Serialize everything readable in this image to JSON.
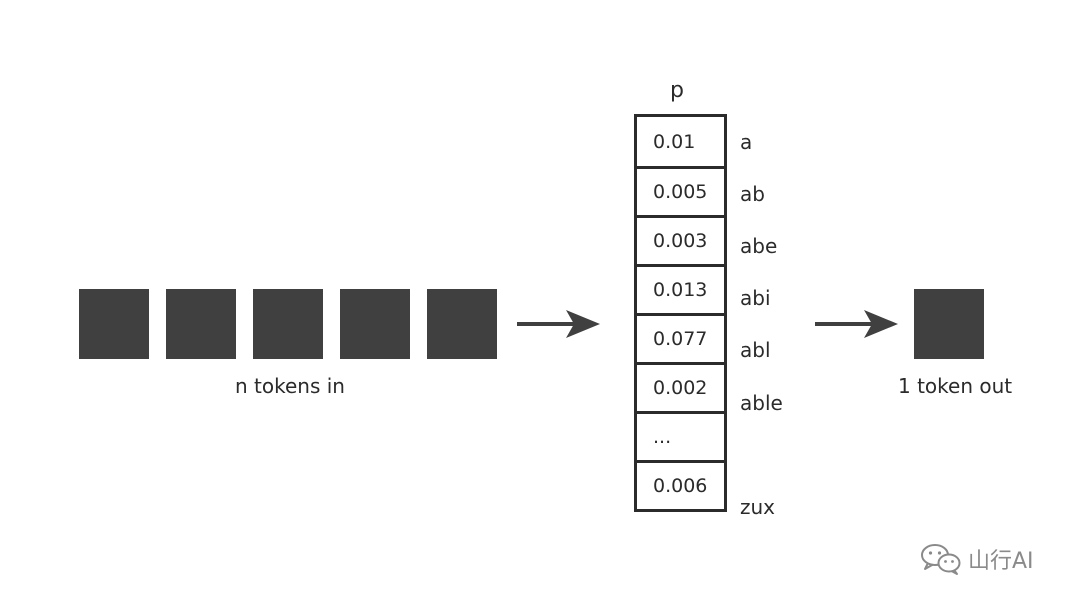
{
  "input": {
    "token_count": 5,
    "caption": "n tokens in"
  },
  "probabilities": {
    "header": "p",
    "rows": [
      {
        "p": "0.01",
        "token": "a"
      },
      {
        "p": "0.005",
        "token": "ab"
      },
      {
        "p": "0.003",
        "token": "abe"
      },
      {
        "p": "0.013",
        "token": "abi"
      },
      {
        "p": "0.077",
        "token": "abl"
      },
      {
        "p": "0.002",
        "token": "able"
      },
      {
        "p": "...",
        "token": ""
      },
      {
        "p": "0.006",
        "token": "zux"
      }
    ]
  },
  "output": {
    "token_count": 1,
    "caption": "1 token out"
  },
  "watermark": {
    "text": "山行AI",
    "icon": "wechat-icon"
  },
  "colors": {
    "token_fill": "#404040",
    "text": "#2b2b2b",
    "watermark": "#8a8a8a"
  }
}
